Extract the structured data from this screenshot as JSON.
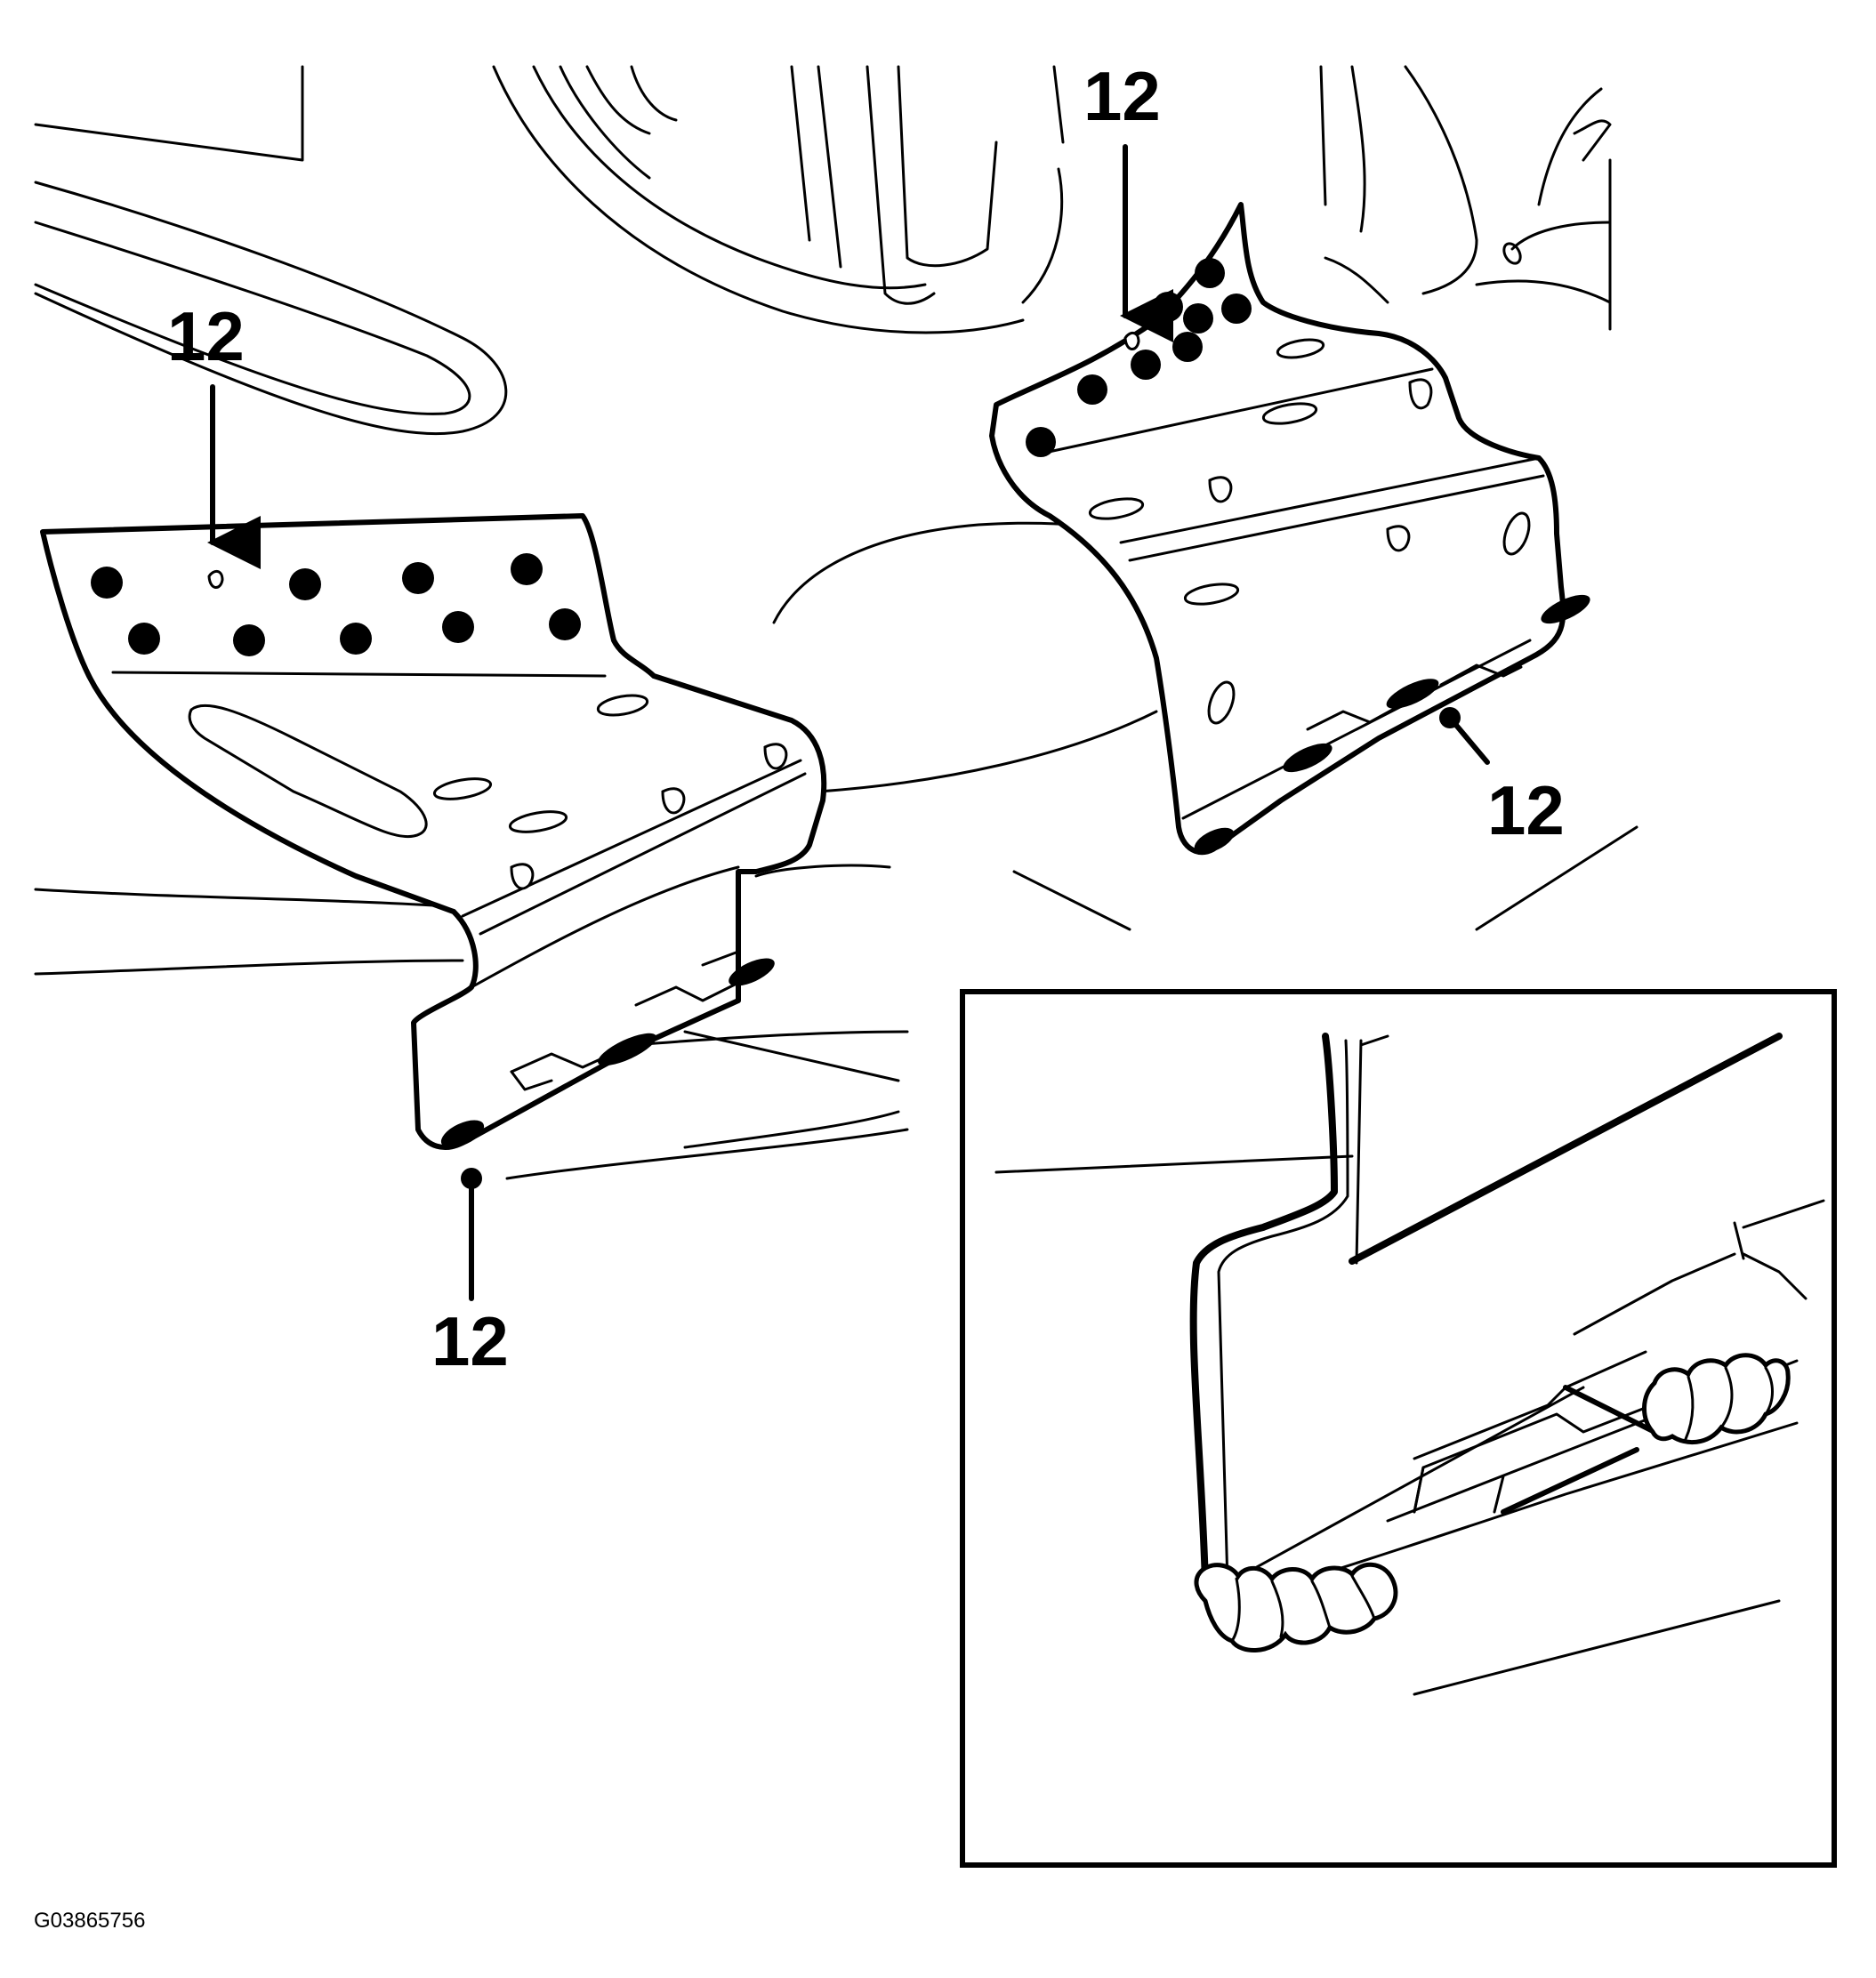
{
  "callouts": [
    {
      "id": "top-left",
      "label": "12"
    },
    {
      "id": "top-right",
      "label": "12"
    },
    {
      "id": "bottom-left",
      "label": "12"
    },
    {
      "id": "bottom-right",
      "label": "12"
    }
  ],
  "figure_code": "G03865756"
}
